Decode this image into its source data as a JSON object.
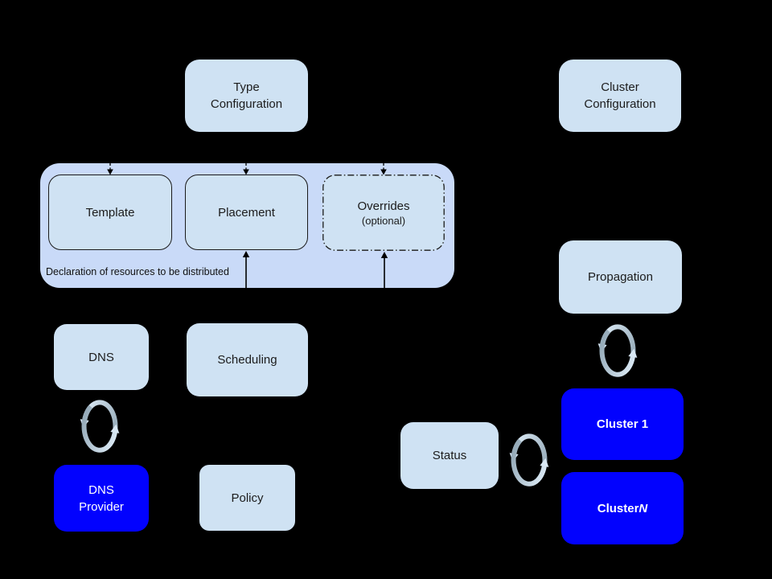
{
  "diagram": {
    "background": "#000000",
    "palette": {
      "box_fill": "#cfe2f3",
      "container_fill": "#c9daf8",
      "cluster_fill": "#0202fe",
      "text_dark": "#1c1c1c",
      "text_light": "#ffffff",
      "sync_gray": "#96abb9",
      "sync_light": "#d9e8f4"
    },
    "nodes": {
      "type_config": {
        "label": "Type\nConfiguration"
      },
      "cluster_config": {
        "label": "Cluster\nConfiguration"
      },
      "template": {
        "label": "Template"
      },
      "placement": {
        "label": "Placement"
      },
      "overrides": {
        "label": "Overrides",
        "sublabel": "(optional)"
      },
      "propagation": {
        "label": "Propagation"
      },
      "dns": {
        "label": "DNS"
      },
      "scheduling": {
        "label": "Scheduling"
      },
      "dns_provider": {
        "label": "DNS\nProvider"
      },
      "policy": {
        "label": "Policy"
      },
      "status": {
        "label": "Status"
      },
      "cluster_1": {
        "label": "Cluster 1"
      },
      "cluster_n": {
        "prefix": "Cluster ",
        "italic": "N"
      }
    },
    "container_caption": "Declaration of resources to be distributed",
    "connectors": {
      "dashed_arrows_into": [
        "Template",
        "Placement",
        "Overrides"
      ],
      "solid_arrows_into": [
        "Placement",
        "Overrides"
      ],
      "sync_pairs": [
        [
          "DNS",
          "DNS Provider"
        ],
        [
          "Propagation",
          "Cluster 1"
        ],
        [
          "Status",
          "Clusters"
        ]
      ]
    }
  }
}
